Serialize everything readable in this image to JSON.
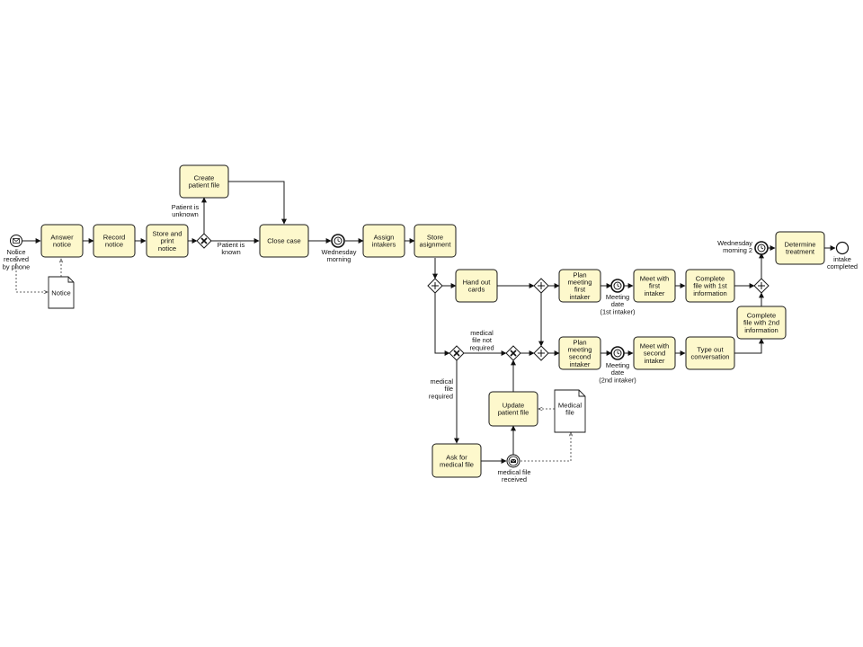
{
  "tasks": {
    "answer_notice": [
      "Answer",
      "notice"
    ],
    "record_notice": [
      "Record",
      "notice"
    ],
    "store_print_notice": [
      "Store and",
      "print",
      "notice"
    ],
    "create_patient_file": [
      "Create",
      "patient file"
    ],
    "close_case": [
      "Close case"
    ],
    "assign_intakers": [
      "Assign",
      "intakers"
    ],
    "store_assignment": [
      "Store",
      "asignment"
    ],
    "hand_out_cards": [
      "Hand out",
      "cards"
    ],
    "plan_meeting_first": [
      "Plan",
      "meeting",
      "first",
      "intaker"
    ],
    "meet_first": [
      "Meet with",
      "first",
      "intaker"
    ],
    "complete_file_1st": [
      "Complete",
      "file with 1st",
      "information"
    ],
    "plan_meeting_second": [
      "Plan",
      "meeting",
      "second",
      "intaker"
    ],
    "meet_second": [
      "Meet with",
      "second",
      "intaker"
    ],
    "type_out": [
      "Type out",
      "conversation"
    ],
    "complete_file_2nd": [
      "Complete",
      "file with 2nd",
      "information"
    ],
    "determine_treatment": [
      "Determine",
      "treatment"
    ],
    "update_patient_file": [
      "Update",
      "patient file"
    ],
    "ask_medical_file": [
      "Ask for",
      "medical file"
    ]
  },
  "documents": {
    "notice": [
      "Notice"
    ],
    "medical_file": [
      "Medical",
      "file"
    ]
  },
  "labels": {
    "notice_received": [
      "Notice",
      "received",
      "by phone"
    ],
    "patient_unknown": [
      "Patient is",
      "unknown"
    ],
    "patient_known": [
      "Patient is",
      "known"
    ],
    "wednesday_morning": [
      "Wednesday",
      "morning"
    ],
    "meeting_date_1": [
      "Meeting",
      "date",
      "(1st intaker)"
    ],
    "meeting_date_2": [
      "Meeting",
      "date",
      "(2nd intaker)"
    ],
    "medical_not_required": [
      "medical",
      "file not",
      "required"
    ],
    "medical_required": [
      "medical",
      "file",
      "required"
    ],
    "medical_received": [
      "medical file",
      "received"
    ],
    "wednesday_morning_2": [
      "Wednesday",
      "morning 2"
    ],
    "intake_completed": [
      "intake",
      "completed"
    ]
  },
  "colors": {
    "task_fill": "#fdf8cc",
    "stroke": "#1a1a1a",
    "background": "#ffffff"
  }
}
